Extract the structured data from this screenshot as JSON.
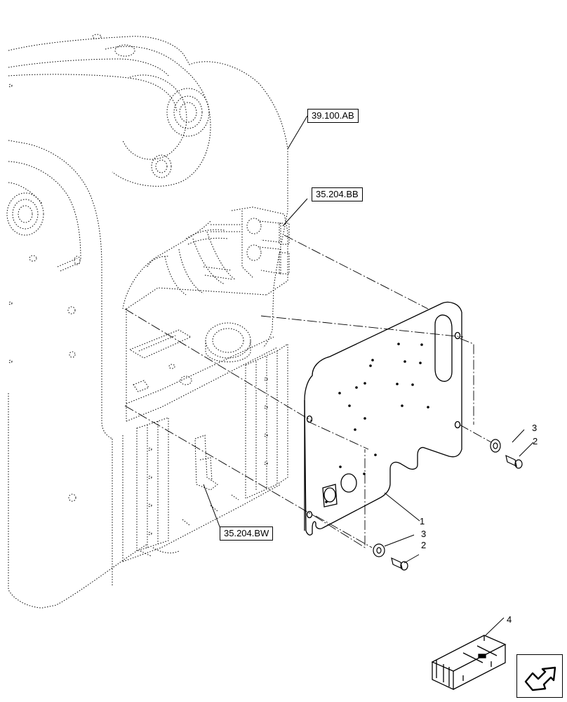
{
  "references": {
    "ref_39_100_ab": "39.100.AB",
    "ref_35_204_bb": "35.204.BB",
    "ref_35_204_bw": "35.204.BW"
  },
  "callouts": {
    "plate": "1",
    "bolt_upper": "2",
    "washer_upper": "3",
    "bolt_lower": "2",
    "washer_lower": "3",
    "kit": "4"
  },
  "icons": {
    "kit_box": "crate-kit-icon",
    "navigation": "return-arrow-icon"
  }
}
